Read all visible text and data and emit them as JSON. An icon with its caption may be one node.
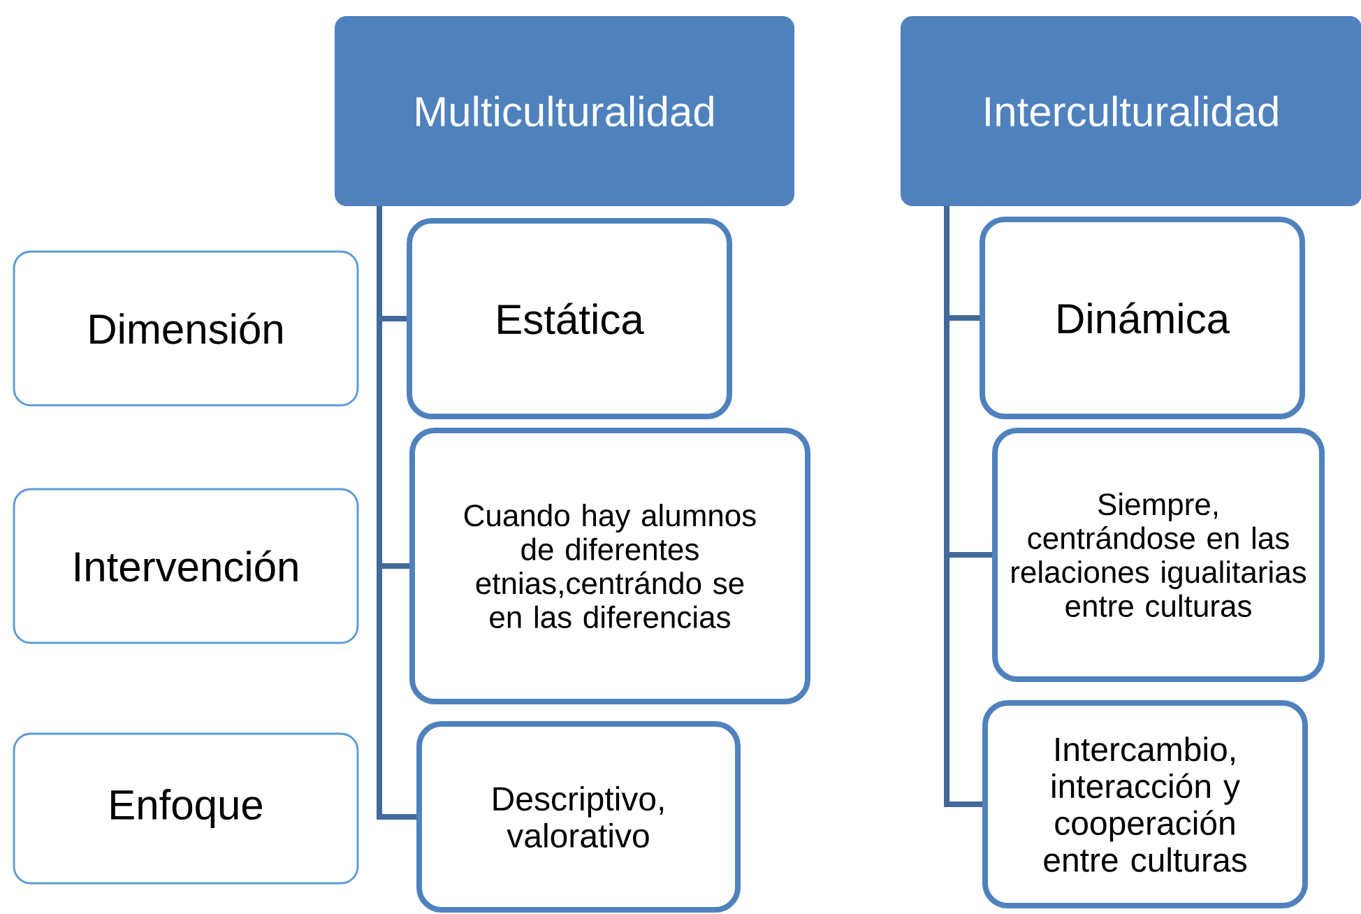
{
  "diagram": {
    "nodes": [
      {
        "text": [
          "Multiculturalidad"
        ]
      },
      {
        "text": [
          "Interculturalidad"
        ]
      },
      {
        "text": [
          "Dimensión"
        ]
      },
      {
        "text": [
          "Intervención"
        ]
      },
      {
        "text": [
          "Enfoque"
        ]
      },
      {
        "text": [
          "Estática"
        ]
      },
      {
        "text": [
          "Cuando hay alumnos de diferentes etnias,centrándo se en las diferencias"
        ]
      },
      {
        "text": [
          "Descriptivo, valorativo"
        ]
      },
      {
        "text": [
          "Dinámica"
        ]
      },
      {
        "text": [
          "Siempre, centrándose en las relaciones igualitarias entre culturas"
        ]
      },
      {
        "text": [
          "Intercambio, interacción y cooperación entre culturas"
        ]
      }
    ],
    "edges": [
      {
        "from": 0,
        "to": 5,
        "arrow": "none"
      },
      {
        "from": 0,
        "to": 6,
        "arrow": "none"
      },
      {
        "from": 0,
        "to": 7,
        "arrow": "none"
      },
      {
        "from": 1,
        "to": 8,
        "arrow": "none"
      },
      {
        "from": 1,
        "to": 9,
        "arrow": "none"
      },
      {
        "from": 1,
        "to": 10,
        "arrow": "none"
      }
    ]
  }
}
